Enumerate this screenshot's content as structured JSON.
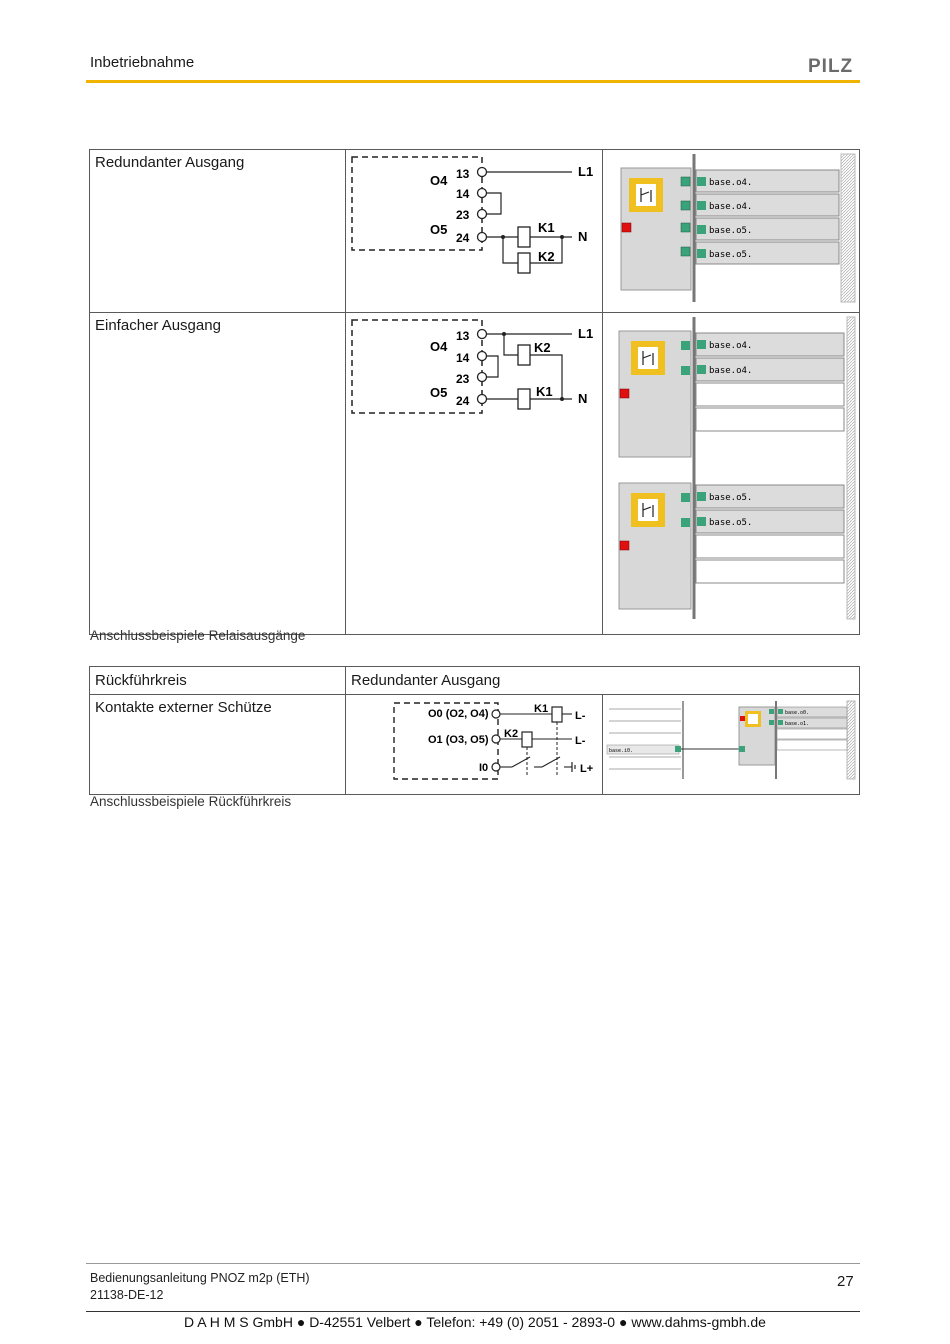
{
  "header": {
    "title": "Inbetriebnahme",
    "logo": "PILZ",
    "accent": "#f0b400"
  },
  "table1": {
    "row1": {
      "label": "Redundanter Ausgang",
      "circuit": {
        "o4": "O4",
        "o5": "O5",
        "t13": "13",
        "t14": "14",
        "t23": "23",
        "t24": "24",
        "l1": "L1",
        "n": "N",
        "k1": "K1",
        "k2": "K2"
      },
      "config": {
        "items": [
          "base.o4.",
          "base.o4.",
          "base.o5.",
          "base.o5."
        ]
      }
    },
    "row2": {
      "label": "Einfacher Ausgang",
      "circuit": {
        "o4": "O4",
        "o5": "O5",
        "t13": "13",
        "t14": "14",
        "t23": "23",
        "t24": "24",
        "l1": "L1",
        "n": "N",
        "k1": "K1",
        "k2": "K2"
      },
      "config": {
        "items_a": [
          "base.o4.",
          "base.o4."
        ],
        "items_b": [
          "base.o5.",
          "base.o5."
        ]
      }
    },
    "caption": "Anschlussbeispiele Relaisausgänge"
  },
  "table2": {
    "header_left": "Rückführkreis",
    "header_right": "Redundanter Ausgang",
    "row_label": "Kontakte externer Schütze",
    "circuit": {
      "o0": "O0 (O2, O4)",
      "o1": "O1 (O3, O5)",
      "i0": "I0",
      "k1": "K1",
      "k2": "K2",
      "lminus1": "L-",
      "lminus2": "L-",
      "lplus": "L+"
    },
    "config": {
      "left_item": "base.i0.",
      "items": [
        "base.o0.",
        "base.o1."
      ]
    },
    "caption": "Anschlussbeispiele Rückführkreis"
  },
  "footer": {
    "doc_title": "Bedienungsanleitung PNOZ m2p (ETH)",
    "doc_number": "21138-DE-12",
    "page_number": "27",
    "company": "D A H M S  GmbH ● D-42551 Velbert ● Telefon: +49 (0) 2051 - 2893-0 ● www.dahms-gmbh.de"
  },
  "colors": {
    "green": "#3aa37a",
    "red": "#e01010",
    "yellow": "#f0c020",
    "panel_gray": "#d8d8d8"
  }
}
